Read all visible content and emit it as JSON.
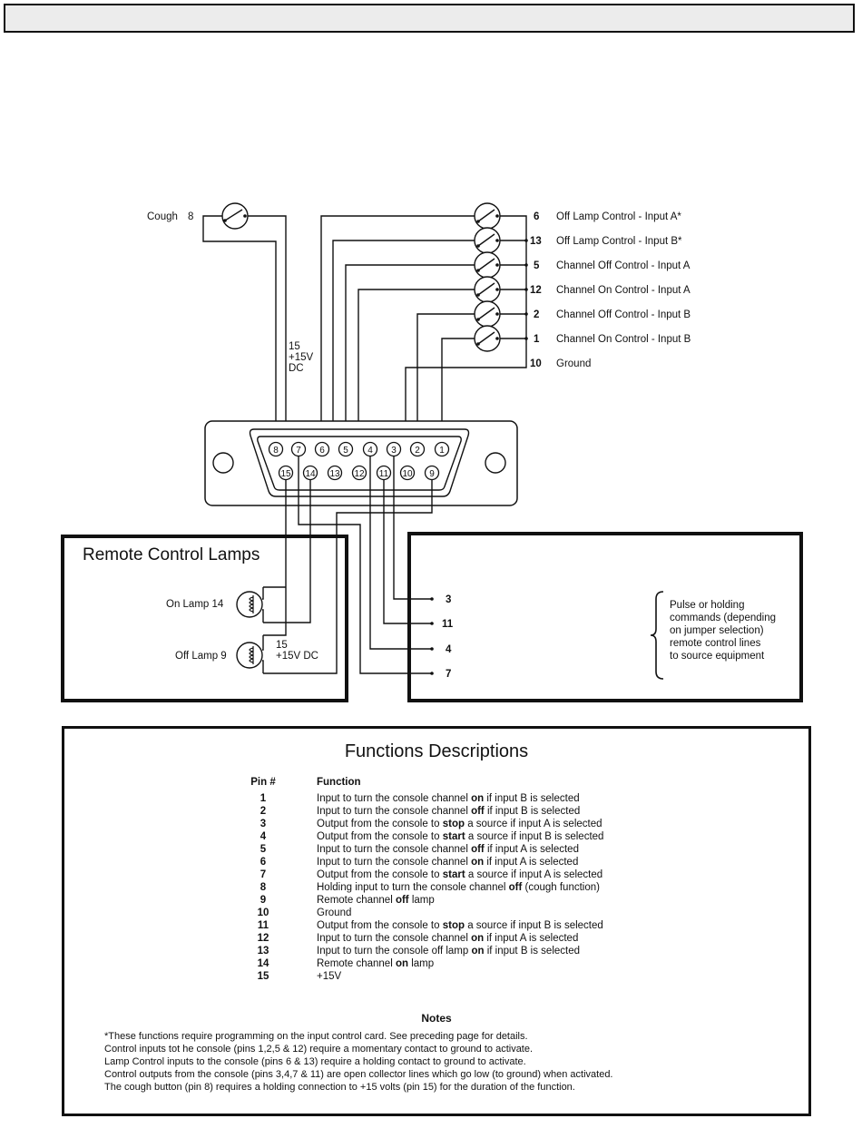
{
  "diagram": {
    "cough": {
      "label": "Cough",
      "pin": "8"
    },
    "supply_label": {
      "pin": "15",
      "voltage": "+15V",
      "unit": "DC"
    },
    "inputs": [
      {
        "pin": "6",
        "label": "Off Lamp Control - Input A*"
      },
      {
        "pin": "13",
        "label": "Off Lamp Control - Input B*"
      },
      {
        "pin": "5",
        "label": "Channel Off Control - Input A"
      },
      {
        "pin": "12",
        "label": "Channel On Control - Input A"
      },
      {
        "pin": "2",
        "label": "Channel Off Control - Input B"
      },
      {
        "pin": "1",
        "label": "Channel On Control - Input B"
      },
      {
        "pin": "10",
        "label": "Ground"
      }
    ],
    "connector": {
      "top_row": [
        "8",
        "7",
        "6",
        "5",
        "4",
        "3",
        "2",
        "1"
      ],
      "bottom_row": [
        "15",
        "14",
        "13",
        "12",
        "11",
        "10",
        "9"
      ]
    },
    "remote_lamps": {
      "title": "Remote Control Lamps",
      "on_lamp": "On Lamp 14",
      "off_lamp": "Off Lamp 9",
      "supply_pin": "15",
      "supply_voltage": "+15V DC"
    },
    "outputs": {
      "pins": [
        "3",
        "11",
        "4",
        "7"
      ],
      "description": [
        "Pulse or holding",
        "commands (depending",
        "on jumper selection)",
        "remote control lines",
        "to source equipment"
      ]
    }
  },
  "functions": {
    "title": "Functions Descriptions",
    "col_pin": "Pin #",
    "col_function": "Function",
    "rows": [
      {
        "pin": "1",
        "pre": "Input to turn the console channel ",
        "bold": "on",
        "post": " if input B is selected"
      },
      {
        "pin": "2",
        "pre": "Input to turn the console channel ",
        "bold": "off",
        "post": " if input B is selected"
      },
      {
        "pin": "3",
        "pre": "Output from the console to ",
        "bold": "stop",
        "post": " a source if input A is selected"
      },
      {
        "pin": "4",
        "pre": "Output from the console to ",
        "bold": "start",
        "post": " a source if input B is selected"
      },
      {
        "pin": "5",
        "pre": "Input to turn the console channel ",
        "bold": "off",
        "post": " if input A is selected"
      },
      {
        "pin": "6",
        "pre": "Input to turn the console channel ",
        "bold": "on",
        "post": " if input A is selected"
      },
      {
        "pin": "7",
        "pre": "Output from the console to ",
        "bold": "start",
        "post": " a source if input A is selected"
      },
      {
        "pin": "8",
        "pre": "Holding input to turn the console channel ",
        "bold": "off",
        "post": " (cough function)"
      },
      {
        "pin": "9",
        "pre": "Remote channel ",
        "bold": "off",
        "post": " lamp"
      },
      {
        "pin": "10",
        "pre": "Ground",
        "bold": "",
        "post": ""
      },
      {
        "pin": "11",
        "pre": "Output from the console to ",
        "bold": "stop",
        "post": " a source if input B is selected"
      },
      {
        "pin": "12",
        "pre": "Input to turn the console channel ",
        "bold": "on",
        "post": " if input A is selected"
      },
      {
        "pin": "13",
        "pre": "Input to turn the console off lamp ",
        "bold": "on",
        "post": " if input B is selected"
      },
      {
        "pin": "14",
        "pre": "Remote channel ",
        "bold": "on",
        "post": " lamp"
      },
      {
        "pin": "15",
        "pre": "+15V",
        "bold": "",
        "post": ""
      }
    ]
  },
  "notes": {
    "title": "Notes",
    "lines": [
      "*These functions require programming on the input control card. See preceding page for details.",
      "Control inputs tot he console (pins 1,2,5 & 12) require a momentary contact to ground to activate.",
      "Lamp Control inputs to the console (pins 6 & 13) require a holding contact to ground to activate.",
      "Control outputs from the console (pins 3,4,7 & 11) are open collector lines which go low (to ground) when activated.",
      "The cough button (pin 8) requires a holding connection to +15 volts (pin 15) for the duration of the function."
    ]
  }
}
